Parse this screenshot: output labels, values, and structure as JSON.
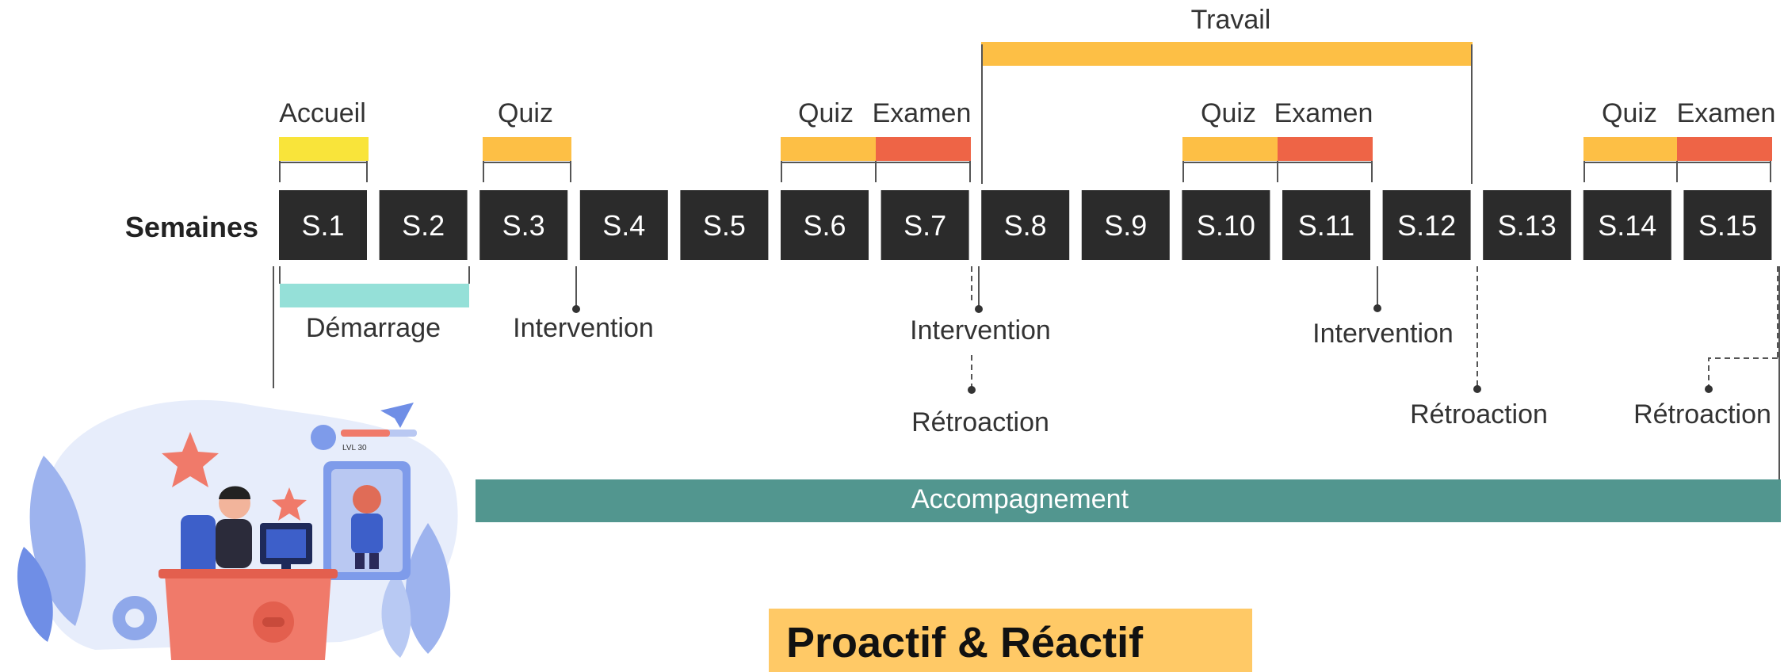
{
  "weeks_label": "Semaines",
  "weeks": [
    "S.1",
    "S.2",
    "S.3",
    "S.4",
    "S.5",
    "S.6",
    "S.7",
    "S.8",
    "S.9",
    "S.10",
    "S.11",
    "S.12",
    "S.13",
    "S.14",
    "S.15"
  ],
  "top_labels": {
    "travail": "Travail",
    "accueil": "Accueil",
    "quiz": "Quiz",
    "examen": "Examen"
  },
  "bottom_labels": {
    "demarrage": "Démarrage",
    "intervention": "Intervention",
    "retroaction": "Rétroaction",
    "accompagnement": "Accompagnement"
  },
  "illustration": {
    "level_text": "LVL 30"
  },
  "tagline": "Proactif & Réactif",
  "colors": {
    "week_box": "#2B2B2B",
    "accueil": "#F9E43A",
    "quiz": "#FDBF45",
    "examen": "#EE6446",
    "travail": "#FDBF45",
    "demarrage": "#95E0D8",
    "accompagnement": "#52968F",
    "tagline_bg": "#FFC966"
  }
}
